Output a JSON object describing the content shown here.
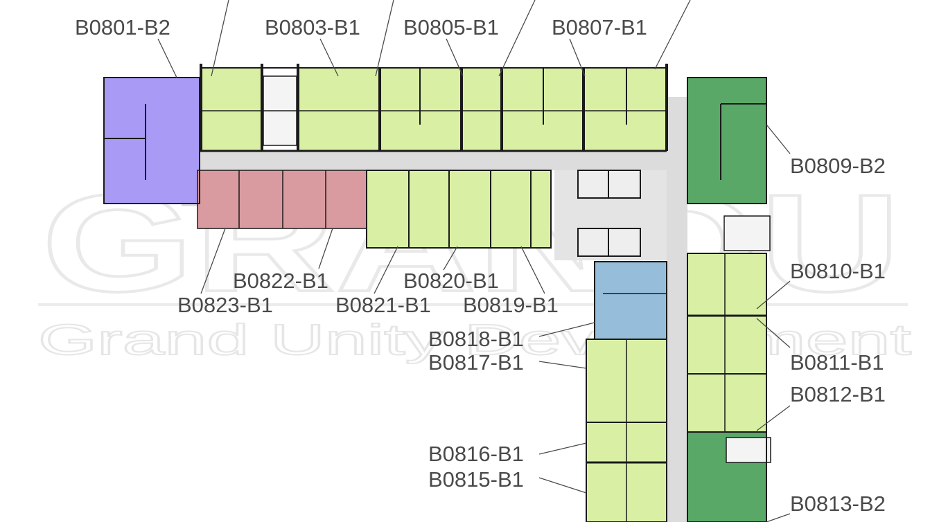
{
  "colors": {
    "purple_unit": "#a99bf5",
    "lime_unit": "#d9f0a4",
    "pink_unit": "#d99b9f",
    "blue_unit": "#96bedb",
    "green_unit": "#5aa867",
    "corridor": "#dcdcdc",
    "wall": "#1a1a1a",
    "label": "#4a4a4a"
  },
  "watermark": {
    "brand_text": "GRANDU",
    "company_text": "Grand Unity Development"
  },
  "units": [
    {
      "id": "B0801-B2",
      "label": "B0801-B2"
    },
    {
      "id": "B0803-B1",
      "label": "B0803-B1"
    },
    {
      "id": "B0805-B1",
      "label": "B0805-B1"
    },
    {
      "id": "B0807-B1",
      "label": "B0807-B1"
    },
    {
      "id": "B0809-B2",
      "label": "B0809-B2"
    },
    {
      "id": "B0810-B1",
      "label": "B0810-B1"
    },
    {
      "id": "B0811-B1",
      "label": "B0811-B1"
    },
    {
      "id": "B0812-B1",
      "label": "B0812-B1"
    },
    {
      "id": "B0813-B2",
      "label": "B0813-B2"
    },
    {
      "id": "B0815-B1",
      "label": "B0815-B1"
    },
    {
      "id": "B0816-B1",
      "label": "B0816-B1"
    },
    {
      "id": "B0817-B1",
      "label": "B0817-B1"
    },
    {
      "id": "B0818-B1",
      "label": "B0818-B1"
    },
    {
      "id": "B0819-B1",
      "label": "B0819-B1"
    },
    {
      "id": "B0820-B1",
      "label": "B0820-B1"
    },
    {
      "id": "B0821-B1",
      "label": "B0821-B1"
    },
    {
      "id": "B0822-B1",
      "label": "B0822-B1"
    },
    {
      "id": "B0823-B1",
      "label": "B0823-B1"
    }
  ]
}
